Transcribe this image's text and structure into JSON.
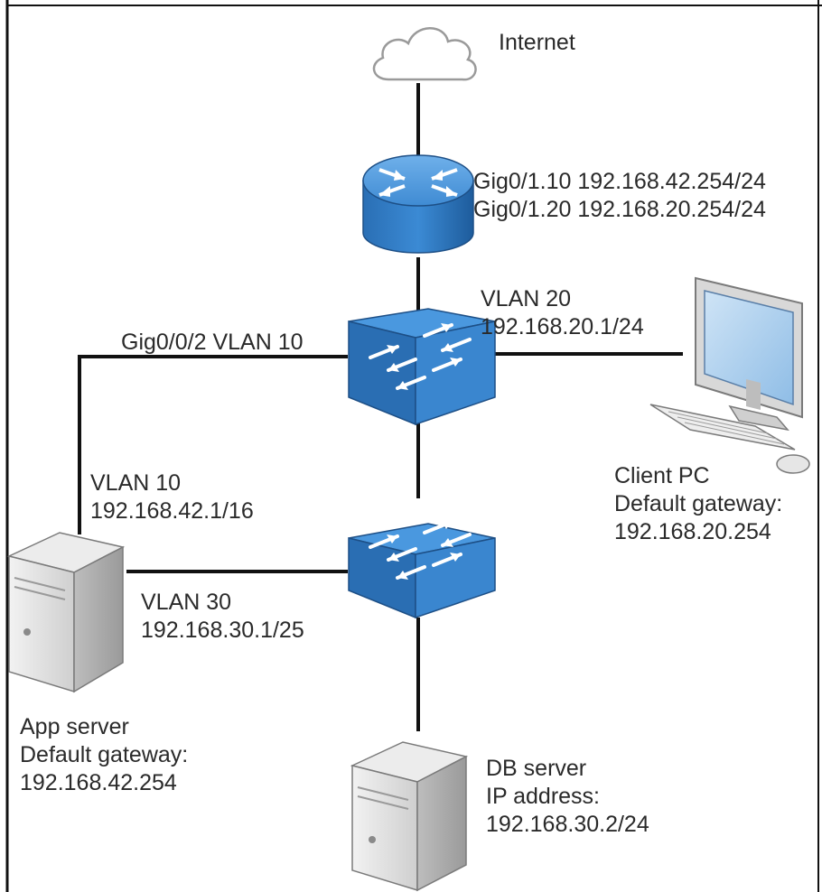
{
  "internet": {
    "label": "Internet",
    "icon": "cloud-icon"
  },
  "router": {
    "icon": "router-icon",
    "interfaces": [
      "Gig0/1.10 192.168.42.254/24",
      "Gig0/1.20 192.168.20.254/24"
    ]
  },
  "core_switch": {
    "icon": "switch-icon"
  },
  "access_switch": {
    "icon": "switch-icon"
  },
  "links": {
    "trunk_label": "Gig0/0/2 VLAN 10",
    "vlan20": {
      "name": "VLAN 20",
      "ip": "192.168.20.1/24"
    },
    "vlan10": {
      "name": "VLAN 10",
      "ip": "192.168.42.1/16"
    },
    "vlan30": {
      "name": "VLAN 30",
      "ip": "192.168.30.1/25"
    }
  },
  "client_pc": {
    "icon": "desktop-computer-icon",
    "name": "Client PC",
    "gateway_label": "Default gateway:",
    "gateway": "192.168.20.254"
  },
  "app_server": {
    "icon": "server-tower-icon",
    "name": "App server",
    "gateway_label": "Default gateway:",
    "gateway": "192.168.42.254"
  },
  "db_server": {
    "icon": "server-tower-icon",
    "name": "DB server",
    "ip_label": "IP address:",
    "ip": "192.168.30.2/24"
  },
  "colors": {
    "switch_blue": "#2f7fc8",
    "switch_dark": "#1d5c9b",
    "router_blue": "#3a86cf",
    "line": "#111111",
    "server_gray": "#d9d9d9"
  }
}
